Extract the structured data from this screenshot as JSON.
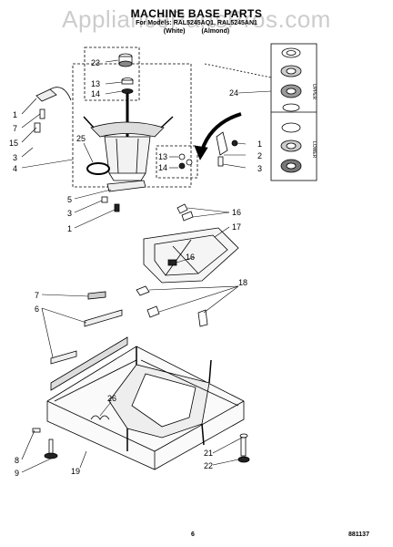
{
  "header": {
    "title": "MACHINE BASE PARTS",
    "models": "For Models: RAL5245AQ1, RAL5245AN1",
    "color_white": "(White)",
    "color_almond": "(Almond)"
  },
  "watermark": "AppliancePartsPros.com",
  "callouts": {
    "c1a": "1",
    "c7a": "7",
    "c15": "15",
    "c3a": "3",
    "c4": "4",
    "c25": "25",
    "c23": "23",
    "c13a": "13",
    "c14a": "14",
    "c24": "24",
    "c13b": "13",
    "c14b": "14",
    "c1b": "1",
    "c2": "2",
    "c3b": "3",
    "c5": "5",
    "c3c": "3",
    "c1c": "1",
    "c16a": "16",
    "c17": "17",
    "c16b": "16",
    "c7b": "7",
    "c6": "6",
    "c18": "18",
    "c26": "26",
    "c8": "8",
    "c9": "9",
    "c19": "19",
    "c21": "21",
    "c22": "22"
  },
  "side_labels": {
    "upper": "UPPER",
    "lower": "LOWER"
  },
  "footer": {
    "page": "6",
    "code": "881137"
  }
}
